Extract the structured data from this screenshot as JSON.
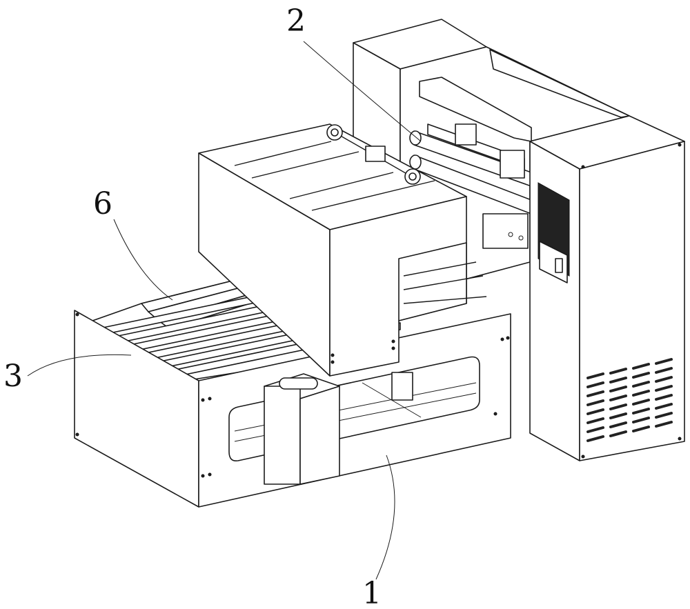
{
  "figure": {
    "callouts": [
      {
        "id": "label-2",
        "text": "2"
      },
      {
        "id": "label-6",
        "text": "6"
      },
      {
        "id": "label-3",
        "text": "3"
      },
      {
        "id": "label-1",
        "text": "1"
      }
    ]
  }
}
